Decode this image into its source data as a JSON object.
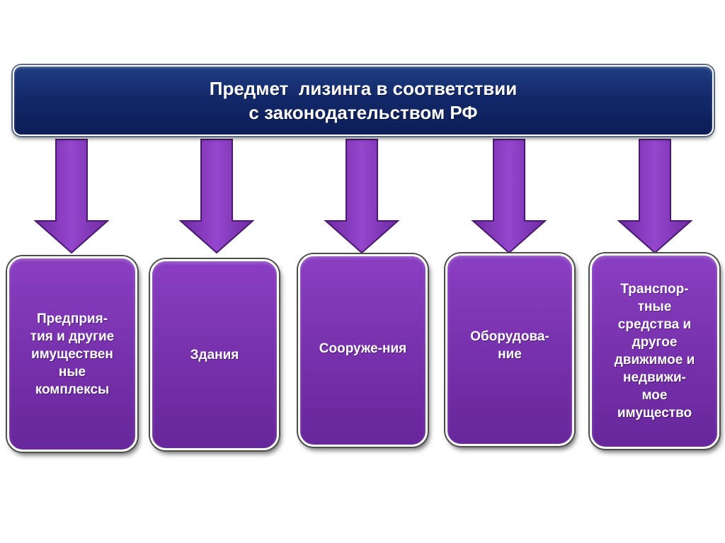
{
  "header": {
    "line1": "Предмет  лизинга в соответствии",
    "line2": "с законодательством РФ"
  },
  "items": [
    {
      "label": "Предприя-\nтия и другие\nимуществен\nные\nкомплексы"
    },
    {
      "label": "Здания"
    },
    {
      "label": "Сооруже-ния"
    },
    {
      "label": "Оборудова-\nние"
    },
    {
      "label": "Транспор-\nтные\nсредства и\nдругое\nдвижимое и\nнедвижи-\nмое\nимущество"
    }
  ],
  "colors": {
    "header_fill": "#13296a",
    "card_fill": "#7630ab",
    "arrow_fill": "#8c3fc4"
  }
}
